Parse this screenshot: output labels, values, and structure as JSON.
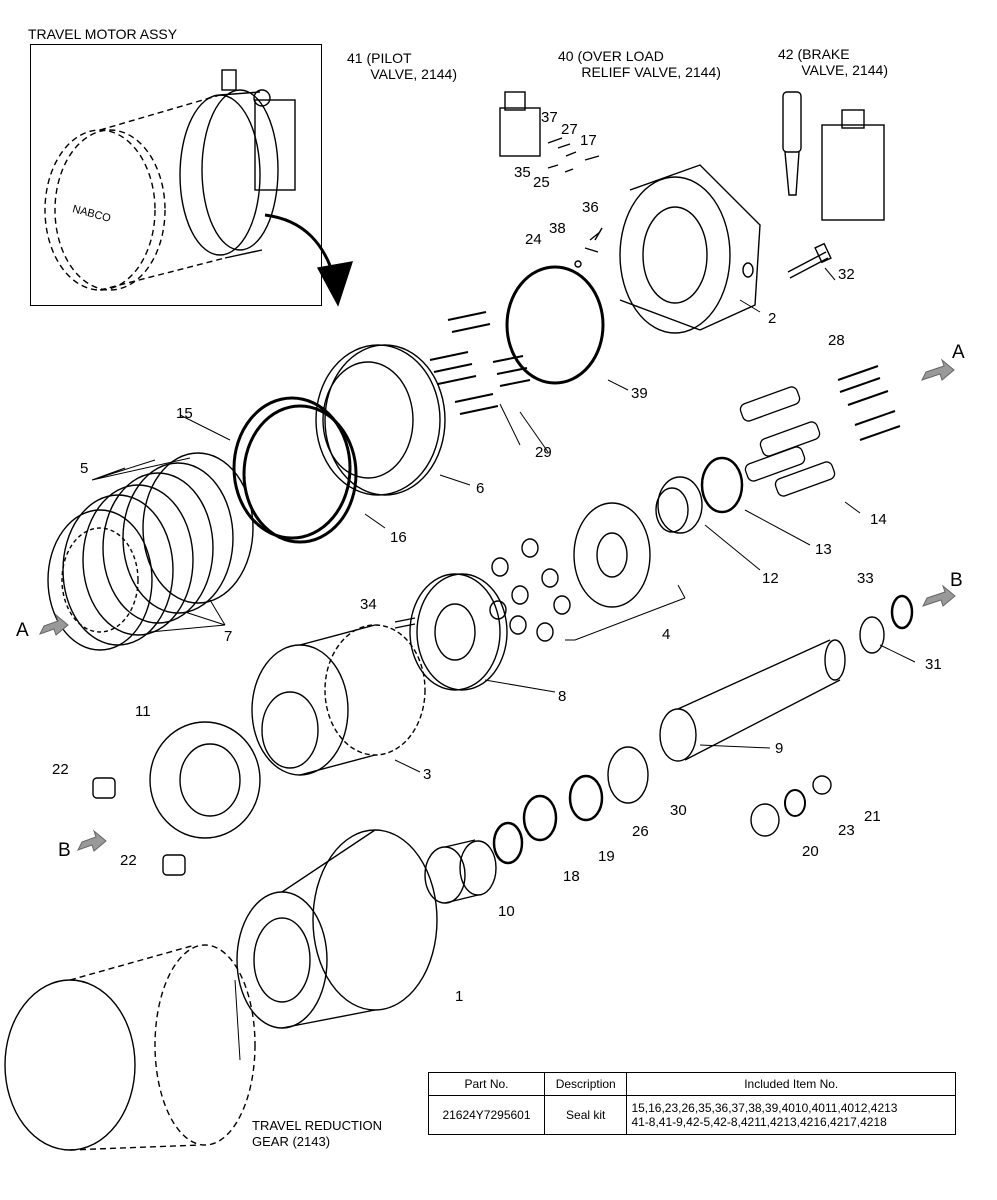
{
  "inset": {
    "title": "TRAVEL MOTOR ASSY",
    "brand": "NABCO"
  },
  "headers": {
    "pilot_valve": "41 (PILOT\n      VALVE, 2144)",
    "overload_relief_valve": "40 (OVER LOAD\n      RELIEF VALVE, 2144)",
    "brake_valve": "42 (BRAKE\n      VALVE, 2144)",
    "travel_reduction_gear": "TRAVEL REDUCTION\nGEAR (2143)"
  },
  "section_markers": {
    "a": "A",
    "b": "B"
  },
  "part_labels": {
    "p1": "1",
    "p2": "2",
    "p3": "3",
    "p4": "4",
    "p5": "5",
    "p6": "6",
    "p7": "7",
    "p8": "8",
    "p9": "9",
    "p10": "10",
    "p11": "11",
    "p12": "12",
    "p13": "13",
    "p14": "14",
    "p15": "15",
    "p16": "16",
    "p17": "17",
    "p18": "18",
    "p19": "19",
    "p20": "20",
    "p21": "21",
    "p22": "22",
    "p23": "23",
    "p24": "24",
    "p25": "25",
    "p26": "26",
    "p27": "27",
    "p28": "28",
    "p29": "29",
    "p30": "30",
    "p31": "31",
    "p32": "32",
    "p33": "33",
    "p34": "34",
    "p35": "35",
    "p36": "36",
    "p37": "37",
    "p38": "38",
    "p39": "39"
  },
  "seal_kit_table": {
    "columns": [
      "Part No.",
      "Description",
      "Included Item No."
    ],
    "rows": [
      {
        "part_no": "21624Y7295601",
        "description": "Seal kit",
        "included_items": "15,16,23,26,35,36,37,38,39,4010,4011,4012,4213\n41-8,41-9,42-5,42-8,4211,4213,4216,4217,4218"
      }
    ]
  }
}
